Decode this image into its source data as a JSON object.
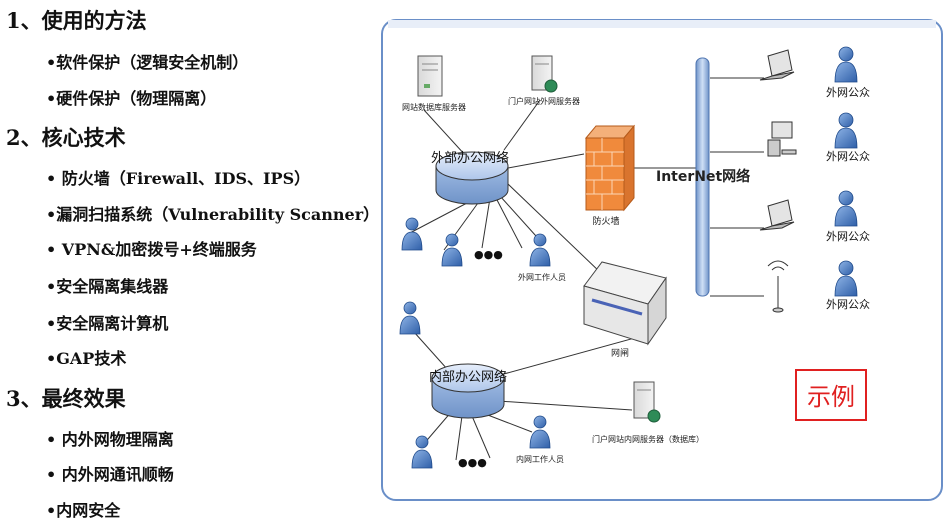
{
  "outline": {
    "sections": [
      {
        "heading": "1、使用的方法",
        "items": [
          "•软件保护（逻辑安全机制）",
          "•硬件保护（物理隔离）"
        ]
      },
      {
        "heading": "2、核心技术",
        "items": [
          "• 防火墙（Firewall、IDS、IPS）",
          "•漏洞扫描系统（Vulnerability Scanner）",
          "• VPN&加密拨号+终端服务",
          "•安全隔离集线器",
          "•安全隔离计算机",
          "•GAP技术"
        ]
      },
      {
        "heading": "3、最终效果",
        "items": [
          "• 内外网物理隔离",
          "• 内外网通讯顺畅",
          "•内网安全"
        ]
      }
    ]
  },
  "diagram": {
    "server_db": "网站数据库服务器",
    "server_portal_ext": "门户网站外网服务器",
    "external_network": "外部办公网络",
    "firewall": "防火墙",
    "internet": "InterNet网络",
    "external_staff": "外网工作人员",
    "gateway": "网闸",
    "internal_network": "内部办公网络",
    "server_portal_int": "门户网站内网服务器（数据库）",
    "internal_staff": "内网工作人员",
    "public_label": "外网公众",
    "ellipsis": "●●●",
    "example": "示例",
    "colors": {
      "border": "#6a8fc8",
      "hub": "#b8cfee",
      "example_red": "#e02020",
      "bus": "#8fb0d8"
    }
  }
}
